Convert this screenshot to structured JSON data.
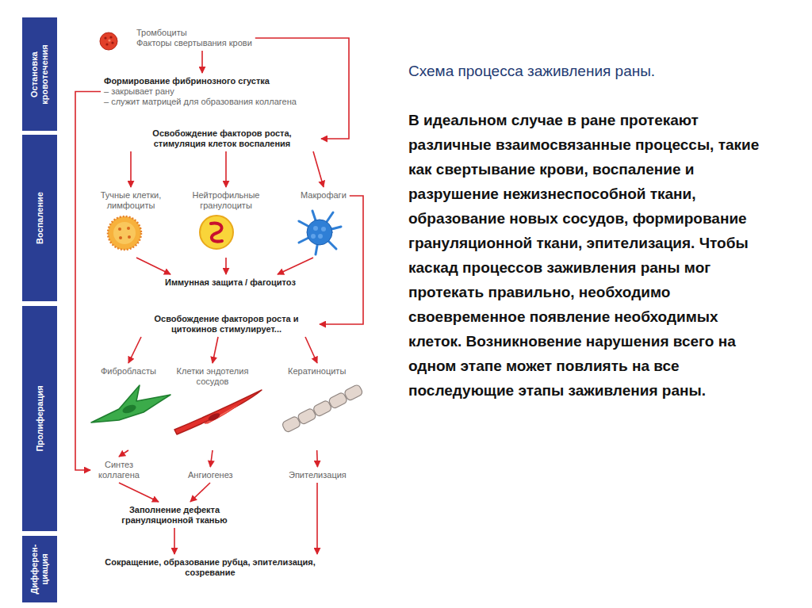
{
  "diagram": {
    "title": "Схема процесса заживления раны.",
    "caption": "В идеальном случае в ране протекают различные взаимосвязанные процессы, такие как свертывание крови, воспаление и разрушение нежизнеспособной ткани, образование новых сосудов, формирование грануляционной ткани, эпителизация. Чтобы каскад процессов заживления раны мог протекать правильно, необходимо своевременное появление необходимых клеток. Возникновение нарушения всего на одном этапе может повлиять на все последующие этапы заживления раны.",
    "nodes": [
      {
        "text": [
          "Остановка кровотечения"
        ]
      },
      {
        "text": [
          "Тромбоциты",
          "Факторы свертывания крови"
        ]
      },
      {
        "text": [
          "Формирование фибринозного сгустка",
          "– закрывает рану",
          "– служит матрицей для образования коллагена"
        ]
      },
      {
        "text": [
          "Освобождение факторов роста, стимуляция клеток воспаления"
        ]
      },
      {
        "text": [
          "Воспаление"
        ]
      },
      {
        "text": [
          "Тучные клетки, лимфоциты"
        ]
      },
      {
        "text": [
          "Нейтрофильные гранулоциты"
        ]
      },
      {
        "text": [
          "Макрофаги"
        ]
      },
      {
        "text": [
          "Иммунная защита / фагоцитоз"
        ]
      },
      {
        "text": [
          "Пролиферация"
        ]
      },
      {
        "text": [
          "Освобождение факторов роста и цитокинов стимулирует..."
        ]
      },
      {
        "text": [
          "Фибробласты"
        ]
      },
      {
        "text": [
          "Клетки эндотелия сосудов"
        ]
      },
      {
        "text": [
          "Кератиноциты"
        ]
      },
      {
        "text": [
          "Синтез коллагена"
        ]
      },
      {
        "text": [
          "Ангиогенез"
        ]
      },
      {
        "text": [
          "Эпителизация"
        ]
      },
      {
        "text": [
          "Заполнение дефекта грануляционной тканью"
        ]
      },
      {
        "text": [
          "Дифферен- циация"
        ]
      },
      {
        "text": [
          "Сокращение, образование рубца, эпителизация, созревание"
        ]
      }
    ],
    "edges": [
      {
        "from": 1,
        "to": 2,
        "arrow": "to"
      },
      {
        "from": 1,
        "to": 3,
        "arrow": "to"
      },
      {
        "from": 2,
        "to": 14,
        "arrow": "to"
      },
      {
        "from": 3,
        "to": 5,
        "arrow": "to"
      },
      {
        "from": 3,
        "to": 6,
        "arrow": "to"
      },
      {
        "from": 3,
        "to": 7,
        "arrow": "to"
      },
      {
        "from": 5,
        "to": 8,
        "arrow": "to"
      },
      {
        "from": 6,
        "to": 8,
        "arrow": "to"
      },
      {
        "from": 7,
        "to": 8,
        "arrow": "to"
      },
      {
        "from": 7,
        "to": 10,
        "arrow": "to"
      },
      {
        "from": 10,
        "to": 11,
        "arrow": "to"
      },
      {
        "from": 10,
        "to": 12,
        "arrow": "to"
      },
      {
        "from": 10,
        "to": 13,
        "arrow": "to"
      },
      {
        "from": 11,
        "to": 14,
        "arrow": "to"
      },
      {
        "from": 12,
        "to": 15,
        "arrow": "to"
      },
      {
        "from": 13,
        "to": 16,
        "arrow": "to"
      },
      {
        "from": 14,
        "to": 17,
        "arrow": "to"
      },
      {
        "from": 15,
        "to": 17,
        "arrow": "to"
      },
      {
        "from": 16,
        "to": 19,
        "arrow": "to"
      },
      {
        "from": 17,
        "to": 19,
        "arrow": "to"
      }
    ]
  }
}
